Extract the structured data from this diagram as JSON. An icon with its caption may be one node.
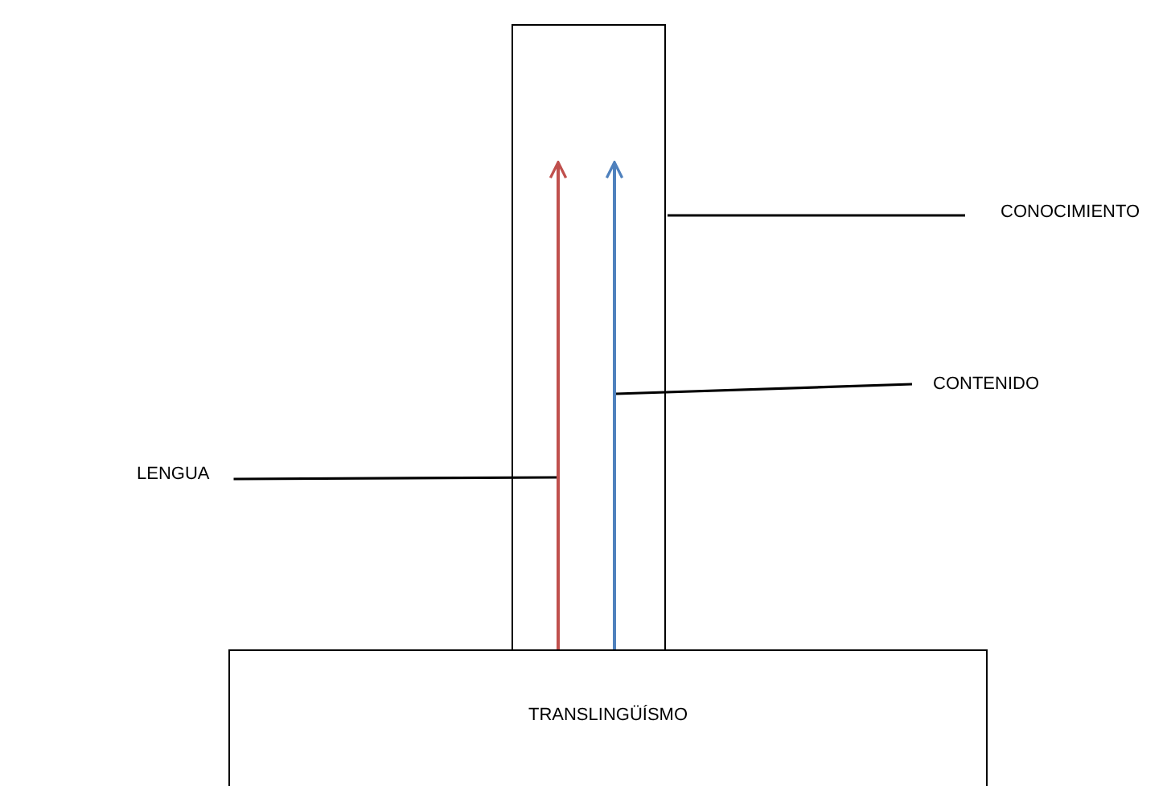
{
  "diagram": {
    "nodes": [
      {
        "text": [],
        "shape": "box"
      },
      {
        "text": [
          "CONOCIMIENTO"
        ]
      },
      {
        "text": [
          "CONTENIDO"
        ]
      },
      {
        "text": [
          "LENGUA"
        ]
      },
      {
        "text": [
          "TRANSLINGÜÍSMO"
        ]
      }
    ],
    "edges": [
      {
        "from": 1,
        "to": 0,
        "arrow": "none"
      },
      {
        "from": 2,
        "to": 0,
        "arrow": "none"
      },
      {
        "from": 3,
        "to": 0,
        "arrow": "none"
      },
      {
        "from": 4,
        "to": 0,
        "arrow": "to",
        "color": "#c0504d"
      },
      {
        "from": 4,
        "to": 0,
        "arrow": "to",
        "color": "#4f81bd"
      }
    ]
  }
}
